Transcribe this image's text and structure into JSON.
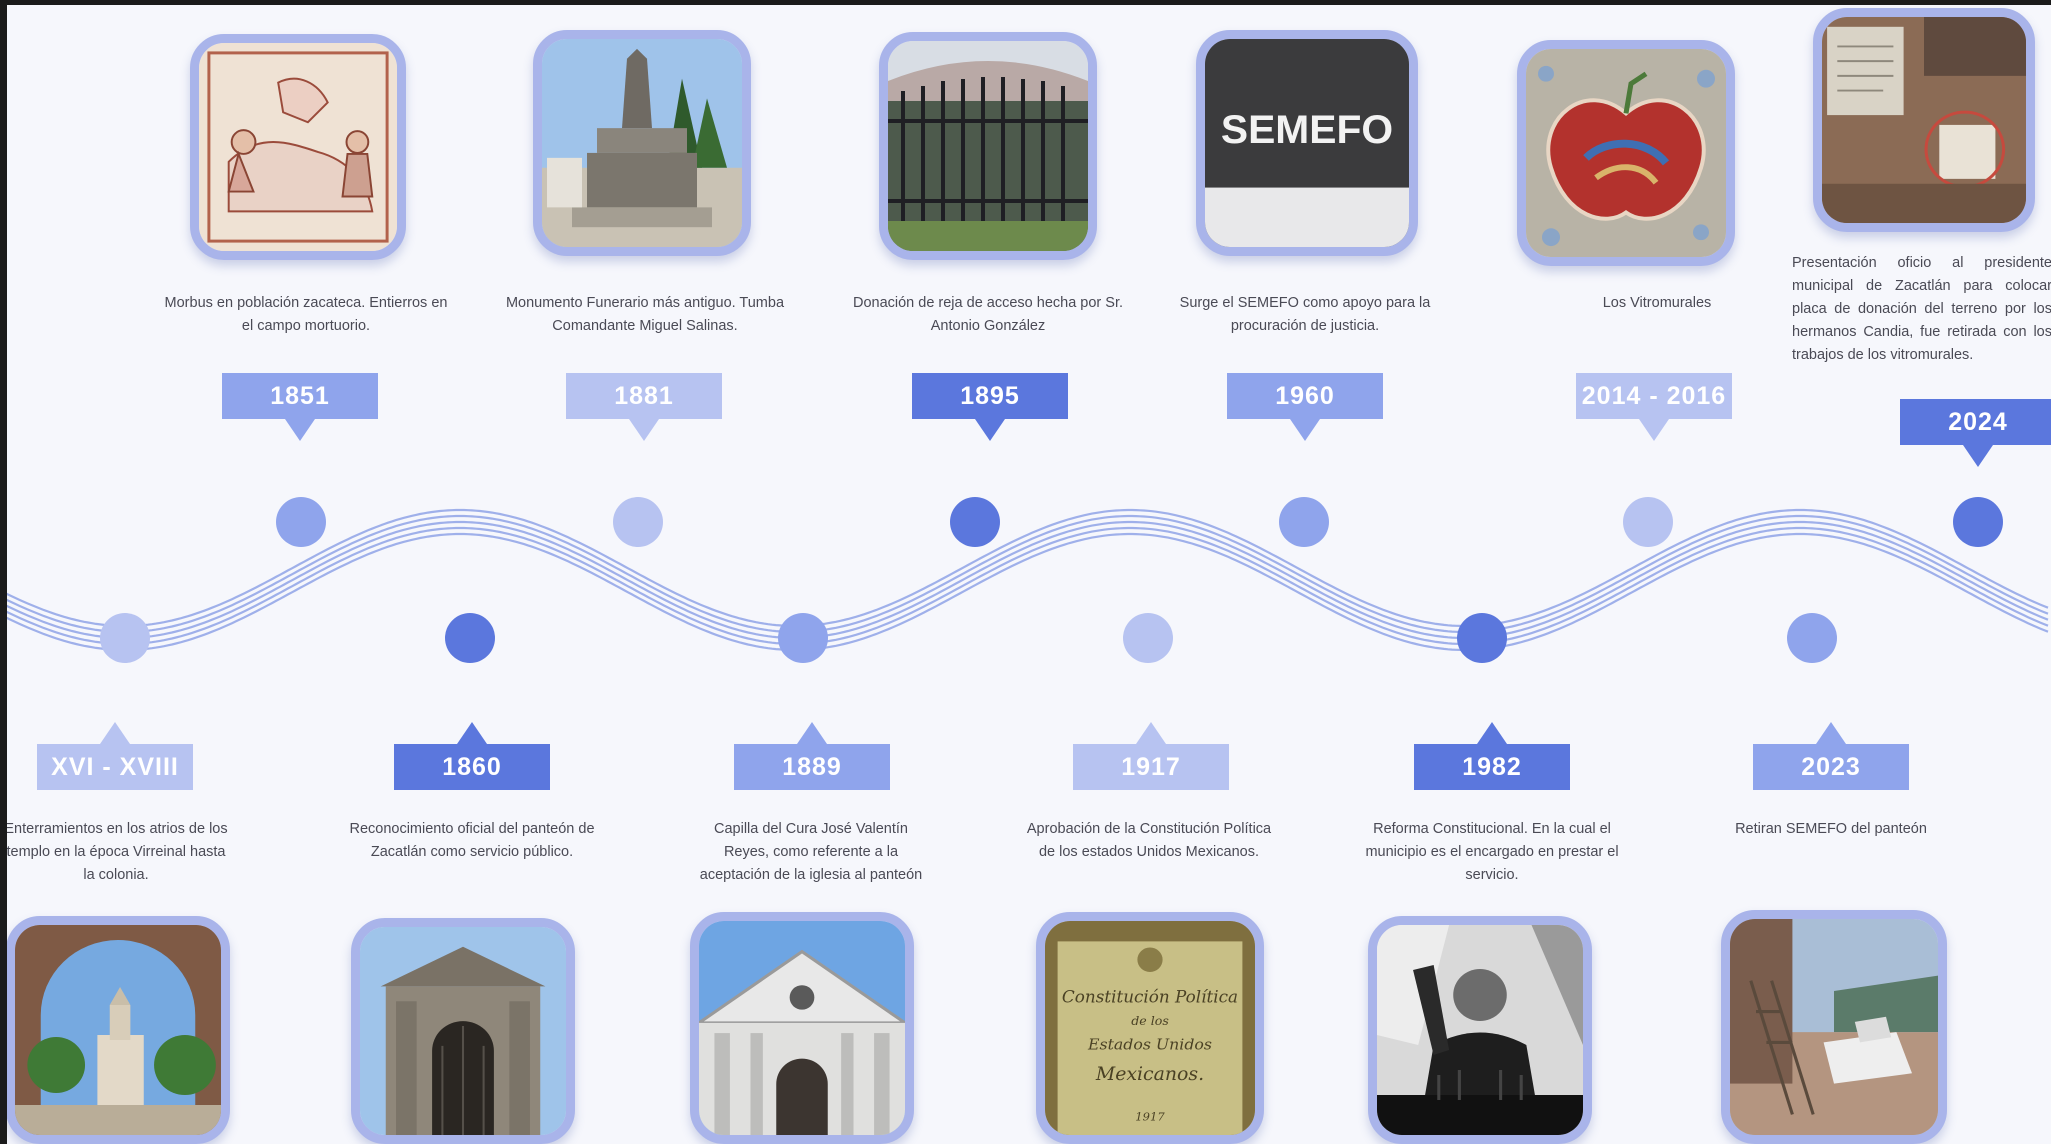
{
  "colors": {
    "light": "#b7c3f1",
    "mid": "#8fa4ec",
    "dark": "#5b77dd",
    "border": "#a9b4ea"
  },
  "events_top": [
    {
      "year": "1851",
      "text": "Morbus en población zacateca. Entierros en el campo mortuorio.",
      "photo": "illustration-icon"
    },
    {
      "year": "1881",
      "text": "Monumento Funerario más antiguo. Tumba Comandante Miguel Salinas.",
      "photo": "monument-icon"
    },
    {
      "year": "1895",
      "text": "Donación de reja de acceso hecha por Sr. Antonio González",
      "photo": "gate-icon"
    },
    {
      "year": "1960",
      "text": "Surge el SEMEFO como apoyo para la procuración de justicia.",
      "photo": "semefo-sign-icon",
      "sign": "SEMEFO"
    },
    {
      "year": "2014 - 2016",
      "text": "Los Vitromurales",
      "photo": "mosaic-apple-icon"
    },
    {
      "year": "2024",
      "text": "Presentación oficio al presidente municipal de Zacatlán para colocar placa de donación del terreno por los hermanos Candia, fue retirada con los trabajos de los vitromurales.",
      "photo": "wall-plaque-icon"
    }
  ],
  "events_bottom": [
    {
      "year": "XVI - XVIII",
      "text": "Enterramientos en los atrios de los templo en la época Virreinal hasta la colonia.",
      "photo": "church-arch-icon"
    },
    {
      "year": "1860",
      "text": "Reconocimiento oficial del panteón de Zacatlán como servicio público.",
      "photo": "chapel-icon"
    },
    {
      "year": "1889",
      "text": "Capilla del Cura José Valentín Reyes, como referente a la aceptación de la iglesia al panteón",
      "photo": "white-chapel-icon"
    },
    {
      "year": "1917",
      "text": "Aprobación de la Constitución Política de los estados Unidos Mexicanos.",
      "photo": "constitution-icon",
      "doc": [
        "Constitución Política",
        "de los",
        "Estados Unidos",
        "Mexicanos.",
        "1917"
      ]
    },
    {
      "year": "1982",
      "text": "Reforma Constitucional. En la cual el municipio es el encargado en prestar el servicio.",
      "photo": "president-photo-icon"
    },
    {
      "year": "2023",
      "text": "Retiran SEMEFO del panteón",
      "photo": "demolition-icon"
    }
  ]
}
